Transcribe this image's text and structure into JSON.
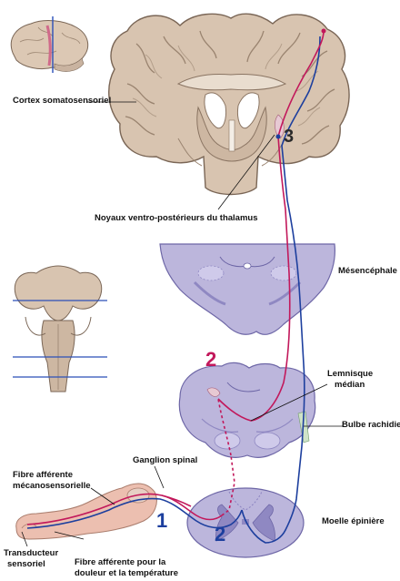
{
  "labels": {
    "cortex": "Cortex somatosensoriel",
    "thalamus": "Noyaux ventro-postérieurs du thalamus",
    "mesencephale": "Mésencéphale",
    "lemnisque_l1": "Lemnisque",
    "lemnisque_l2": "médian",
    "bulbe": "Bulbe rachidien",
    "moelle": "Moelle épinière",
    "ganglion": "Ganglion spinal",
    "fibre_meca_l1": "Fibre afférente",
    "fibre_meca_l2": "mécanosensorielle",
    "fibre_douleur_l1": "Fibre afférente pour la",
    "fibre_douleur_l2": "douleur et la température",
    "transducteur_l1": "Transducteur",
    "transducteur_l2": "sensoriel"
  },
  "numbers": {
    "n1": "1",
    "n2_bulbe": "2",
    "n2_moelle": "2",
    "n3": "3"
  },
  "colors": {
    "mechano_fiber": "#c2185b",
    "pain_fiber": "#1d3f9e",
    "brain_tissue": "#d8c4b0",
    "brain_outline": "#7a6656",
    "slice_fill": "#bcb6dc",
    "slice_outline": "#6d66a6",
    "skin": "#ecbfb0"
  }
}
